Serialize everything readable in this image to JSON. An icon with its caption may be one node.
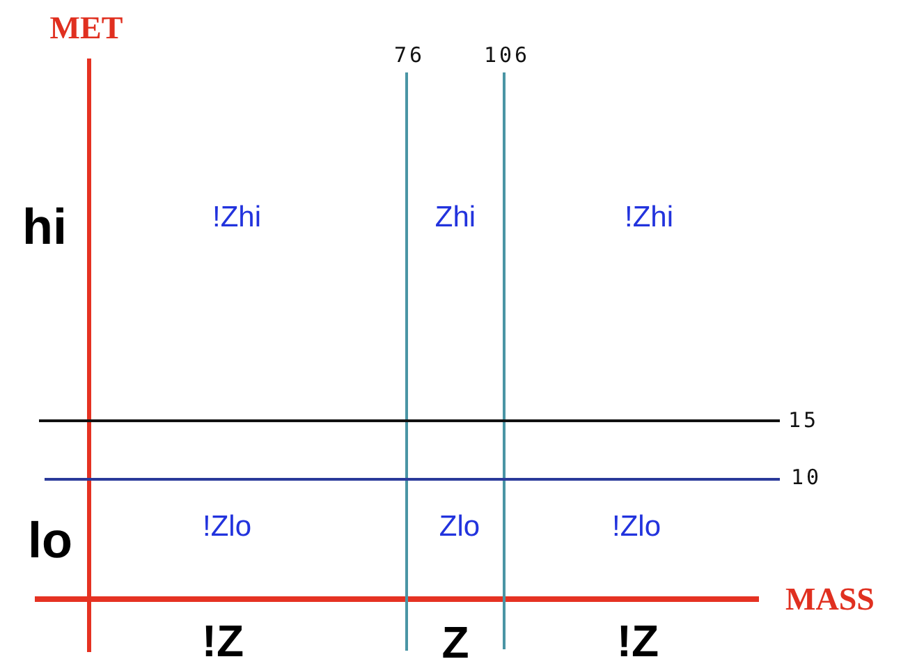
{
  "diagram": {
    "labels": [
      "MET",
      "76",
      "106",
      "hi",
      "!Zhi",
      "Zhi",
      "!Zhi",
      "15",
      "10",
      "lo",
      "!Zlo",
      "Zlo",
      "!Zlo",
      "MASS",
      "!Z",
      "Z",
      "!Z"
    ]
  }
}
